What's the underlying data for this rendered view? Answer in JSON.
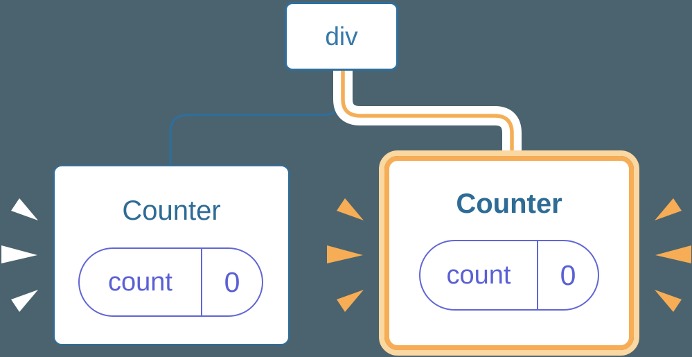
{
  "diagram": {
    "description": "Component tree: a div root with two Counter children; the second Counter keeps its state (highlighted)",
    "background_color": "#4b636e",
    "root_node": {
      "label": "div"
    },
    "edges": [
      {
        "to": "left-counter",
        "color": "#2e6f9e",
        "style": "thin-line"
      },
      {
        "to": "right-counter",
        "color": "#f5ae57",
        "casing_color": "#ffffff",
        "style": "thick-highlighted-line"
      }
    ],
    "nodes": [
      {
        "title": "Counter",
        "state_pill": {
          "key": "count",
          "value": "0"
        },
        "highlighted": false,
        "border_color": "#2e6f9e",
        "spark_color": "#ffffff",
        "spark_sides": [
          "left"
        ]
      },
      {
        "title": "Counter",
        "state_pill": {
          "key": "count",
          "value": "0"
        },
        "highlighted": true,
        "border_color": "#f6ad55",
        "halo_color": "#fbd7a1",
        "spark_color": "#f6ad55",
        "spark_sides": [
          "left",
          "right"
        ]
      }
    ],
    "colors": {
      "background": "#4b636e",
      "node_fill": "#ffffff",
      "blue_stroke": "#2e6f9e",
      "root_label_text": "#3579aa",
      "title_text": "#2e6c96",
      "pill_stroke": "#6166d4",
      "pill_text": "#5a60d4",
      "orange_line": "#f5ae57",
      "orange_border": "#f6ad55",
      "orange_halo": "#fbd7a1",
      "white_spark": "#ffffff"
    }
  }
}
